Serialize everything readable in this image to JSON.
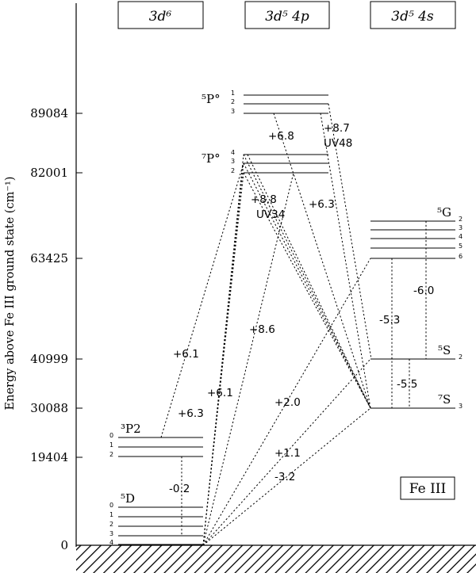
{
  "y_axis": {
    "label": "Energy above Fe III ground state (cm⁻¹)",
    "ticks": [
      "89084",
      "82001",
      "63425",
      "40999",
      "30088",
      "19404",
      "0"
    ]
  },
  "configs": [
    {
      "name": "3d⁶"
    },
    {
      "name": "3d⁵ 4p"
    },
    {
      "name": "3d⁵ 4s"
    }
  ],
  "terms": {
    "p5": {
      "label": "⁵P°",
      "j": [
        "1",
        "2",
        "3"
      ]
    },
    "p7": {
      "label": "⁷P°",
      "j": [
        "4",
        "3",
        "2"
      ]
    },
    "g5": {
      "label": "⁵G",
      "j": [
        "2",
        "3",
        "4",
        "5",
        "6"
      ]
    },
    "s5": {
      "label": "⁵S",
      "j": [
        "2"
      ]
    },
    "s7": {
      "label": "⁷S",
      "j": [
        "3"
      ]
    },
    "p3": {
      "label": "³P2",
      "j": [
        "0",
        "1",
        "2"
      ]
    },
    "d5": {
      "label": "⁵D",
      "j": [
        "0",
        "1",
        "2",
        "3",
        "4"
      ]
    }
  },
  "transitions": {
    "a": "+8.7",
    "b": "UV48",
    "c": "+6.8",
    "d": "+6.3",
    "e": "+8.8",
    "f": "UV34",
    "g": "-6.0",
    "h": "-5.3",
    "i": "-5.5",
    "j": "+8.6",
    "k": "+6.1",
    "l": "+6.1",
    "m": "+6.3",
    "n": "+2.0",
    "o": "+1.1",
    "p": "-3.2",
    "q": "-0.2"
  },
  "ion_label": "Fe III"
}
